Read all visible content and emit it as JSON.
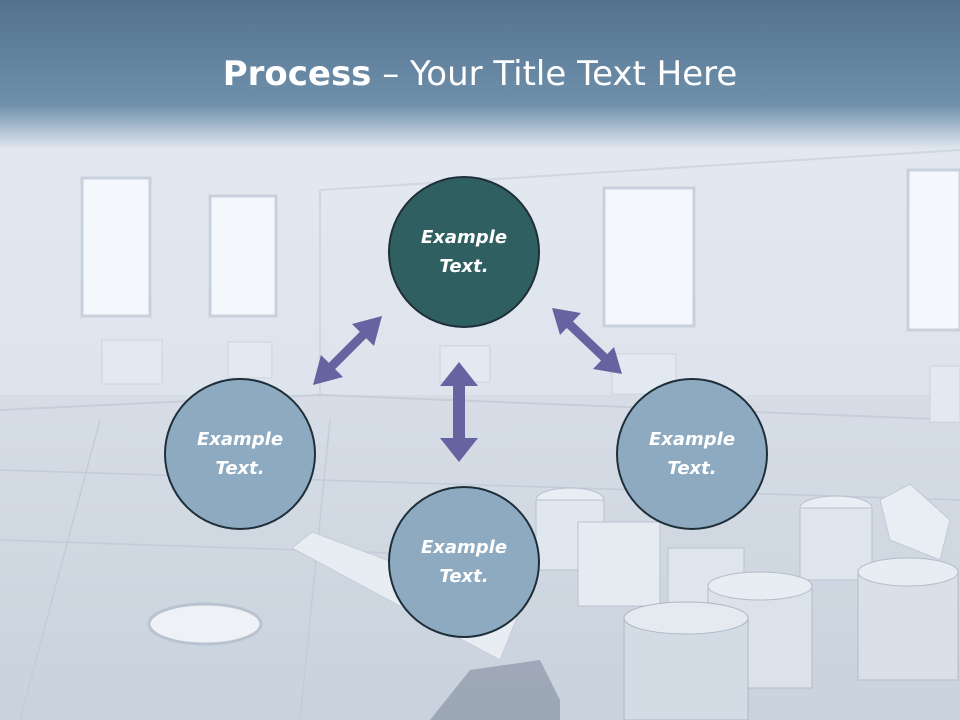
{
  "slide": {
    "title_bold": "Process",
    "title_rest": " – Your Title Text Here"
  },
  "nodes": {
    "top": "Example\nText.",
    "left": "Example\nText.",
    "right": "Example\nText.",
    "bottom": "Example\nText."
  },
  "colors": {
    "title_band": "#5a7b98",
    "node_dark": "#2f5f60",
    "node_light": "#8eaac1",
    "arrow": "#6563a0"
  }
}
